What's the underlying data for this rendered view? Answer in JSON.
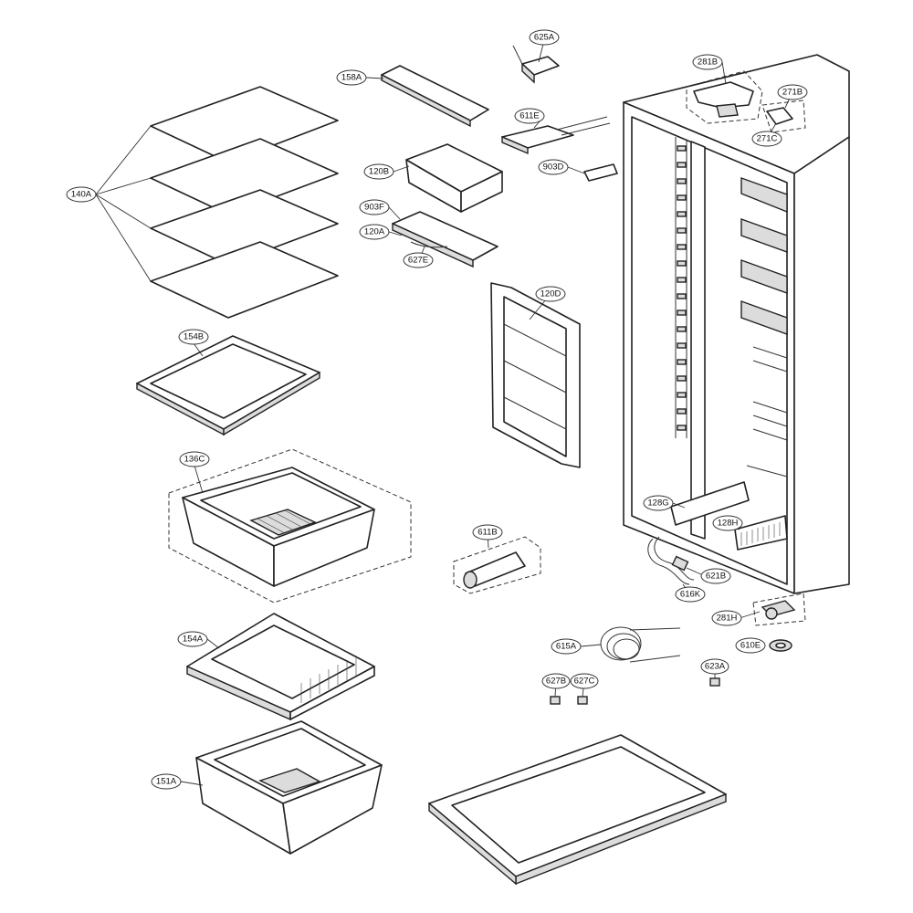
{
  "labels": {
    "l140A": "140A",
    "l154B": "154B",
    "l136C": "136C",
    "l154A": "154A",
    "l151A": "151A",
    "l158A": "158A",
    "l625A": "625A",
    "l611E": "611E",
    "l903D": "903D",
    "l120B": "120B",
    "l903F": "903F",
    "l120A": "120A",
    "l627E": "627E",
    "l120D": "120D",
    "l611B": "611B",
    "l281B": "281B",
    "l271B": "271B",
    "l271C": "271C",
    "l128G": "128G",
    "l128H": "128H",
    "l621B": "621B",
    "l616K": "616K",
    "l281H": "281H",
    "l610E": "610E",
    "l615A": "615A",
    "l623A": "623A",
    "l627B": "627B",
    "l627C": "627C"
  }
}
